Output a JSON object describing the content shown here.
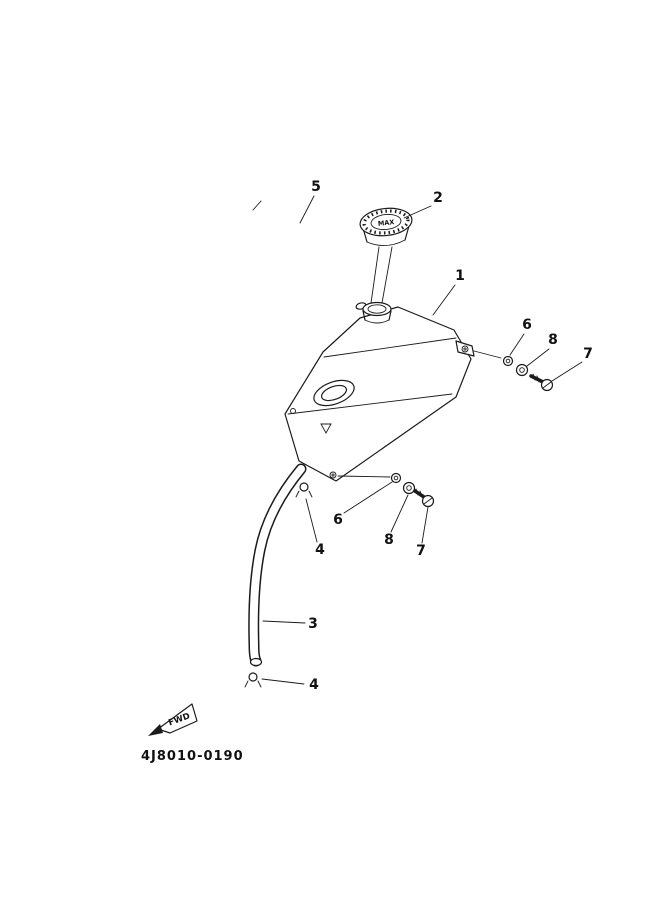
{
  "diagram": {
    "code": "4J8010-0190",
    "fwd_label": "FWD",
    "cap_text": "MAX"
  },
  "callouts": {
    "tank": "1",
    "cap": "2",
    "hose_lower": "3",
    "clamp_upper": "4",
    "clamp_lower": "4",
    "hose_upper": "5",
    "washer_upper": "6",
    "washer_lower": "6",
    "bolt_upper": "7",
    "bolt_lower": "7",
    "spring_washer_upper": "8",
    "spring_washer_lower": "8"
  }
}
